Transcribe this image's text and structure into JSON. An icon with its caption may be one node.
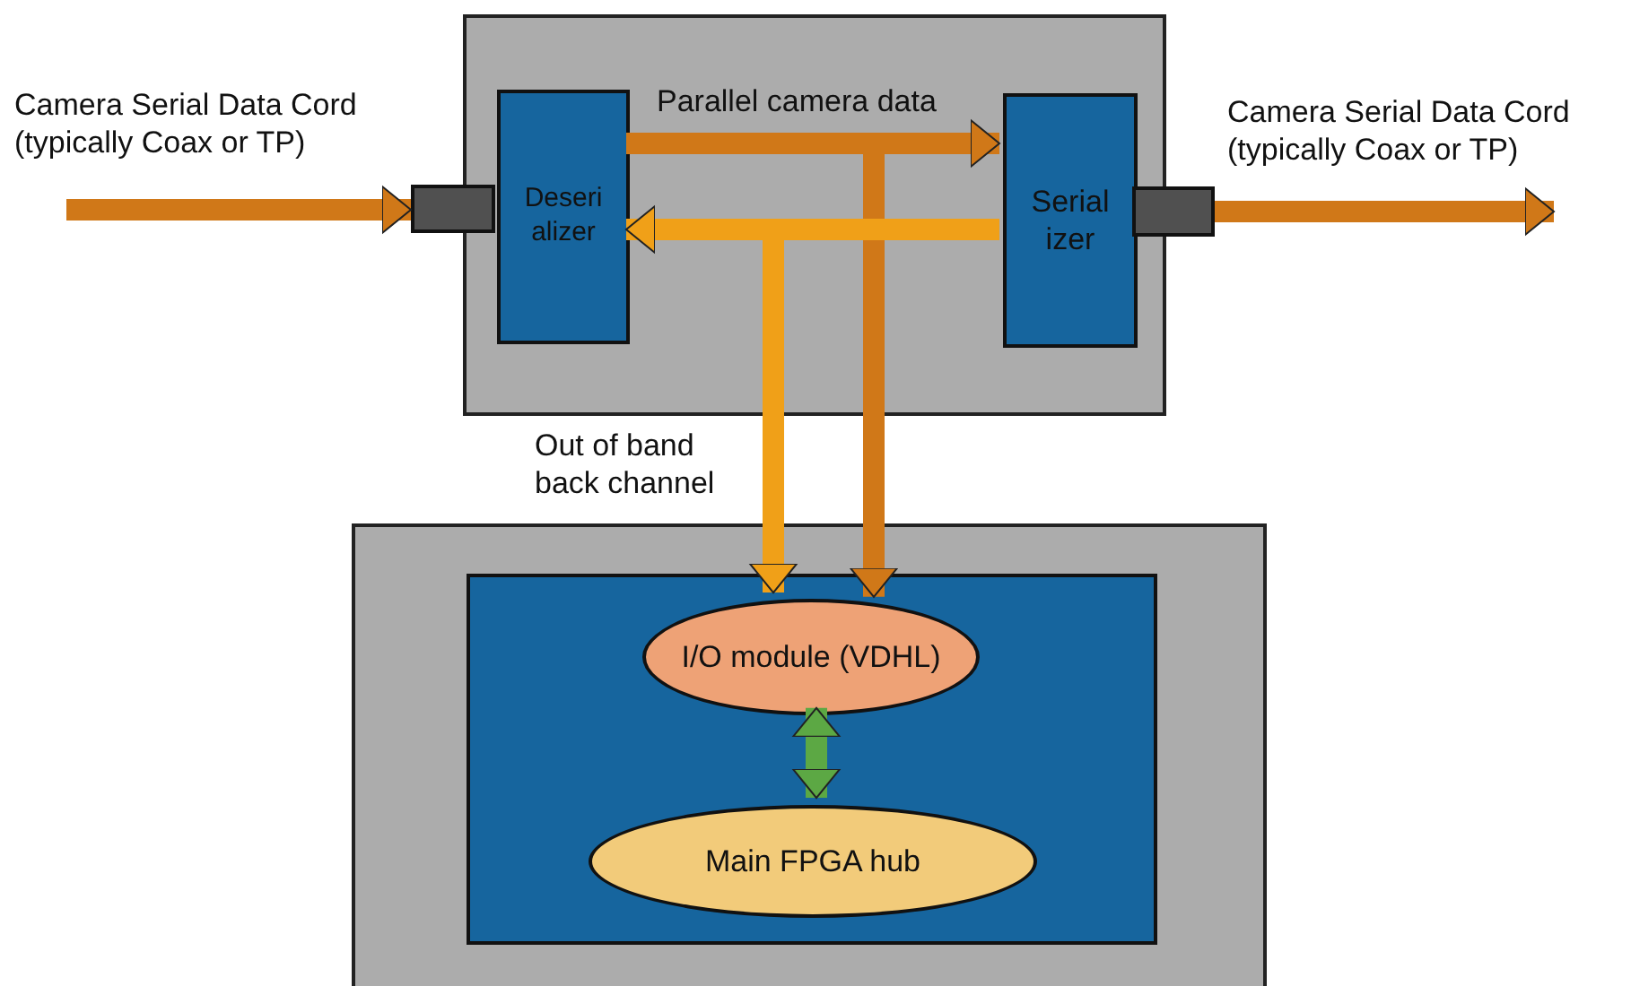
{
  "diagram": {
    "nodes": [
      {
        "text": [],
        "shape": "box"
      },
      {
        "text": [
          "Deseri alizer"
        ],
        "in": 0
      },
      {
        "text": [
          "Serial izer"
        ],
        "in": 0
      },
      {
        "text": [],
        "shape": "box"
      },
      {
        "text": [],
        "shape": "box"
      },
      {
        "text": [],
        "shape": "box"
      },
      {
        "text": [],
        "shape": "box",
        "in": 5
      },
      {
        "text": [
          "I/O module (VDHL)"
        ],
        "in": 6
      },
      {
        "text": [
          "Main FPGA hub"
        ],
        "in": 6
      }
    ],
    "edges": [
      {
        "from": null,
        "to": 3,
        "arrow": "to"
      },
      {
        "from": 4,
        "to": null,
        "arrow": "to"
      },
      {
        "from": 1,
        "to": 2,
        "arrow": "to",
        "label": "Parallel camera data"
      },
      {
        "from": 1,
        "to": 7,
        "arrow": "to"
      },
      {
        "from": 2,
        "to": 1,
        "arrow": "to",
        "color": "#f0a018"
      },
      {
        "from": 2,
        "to": 7,
        "arrow": "to",
        "color": "#f0a018",
        "label": "Out of band back channel"
      },
      {
        "from": 7,
        "to": 8,
        "arrow": "both",
        "color": "#5ca844"
      }
    ],
    "labels": [
      "Camera Serial Data Cord (typically Coax or TP)",
      "Camera Serial Data Cord (typically Coax or TP)"
    ]
  }
}
